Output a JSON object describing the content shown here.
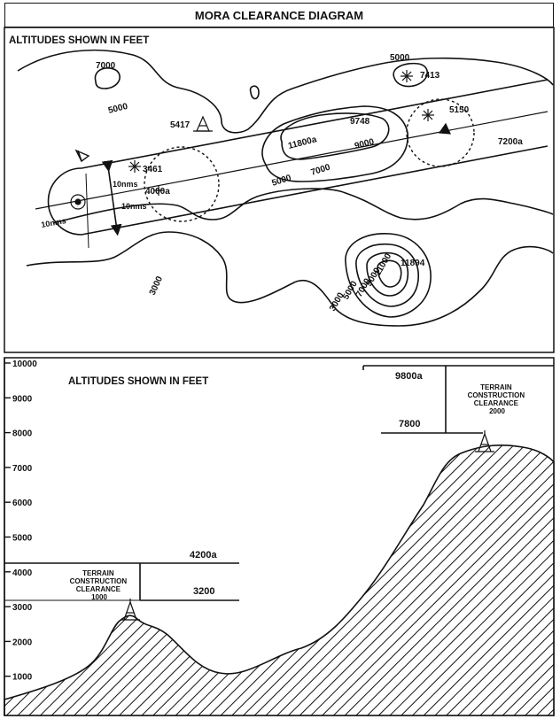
{
  "title": "MORA CLEARANCE DIAGRAM",
  "plan": {
    "heading": "ALTITUDES SHOWN IN FEET",
    "labels": {
      "c7000_top": "7000",
      "c5000_left": "5000",
      "c5000_top": "5000",
      "peak_7413": "7413",
      "peak_5417": "5417",
      "peak_9748": "9748",
      "peak_5150": "5150",
      "c11800a": "11800a",
      "c9000": "9000",
      "c7200a": "7200a",
      "peak_3461": "3461",
      "width_10nms_a": "10nms",
      "width_10nms_b": "10nms",
      "c4000a": "4000a",
      "width_10nms_c": "10nms",
      "c7000_mid": "7000",
      "c5000_mid": "5000",
      "peak_11894": "11894",
      "c11000": "11000",
      "c9000_b": "9000",
      "c7000_b": "7000",
      "c5000_b": "5000",
      "c3000_b": "3000",
      "c3000_left": "3000"
    }
  },
  "profile": {
    "heading": "ALTITUDES SHOWN IN FEET",
    "axis_ticks": [
      "10000",
      "9000",
      "8000",
      "7000",
      "6000",
      "5000",
      "4000",
      "3000",
      "2000",
      "1000"
    ],
    "left": {
      "mora": "4200a",
      "clearance_box": "TERRAIN\nCONSTRUCTION\nCLEARANCE\n1000",
      "obstacle": "3200"
    },
    "right": {
      "mora": "9800a",
      "clearance_box": "TERRAIN\nCONSTRUCTION\nCLEARANCE\n2000",
      "obstacle": "7800"
    }
  },
  "colors": {
    "ink": "#111111",
    "background": "#ffffff"
  }
}
